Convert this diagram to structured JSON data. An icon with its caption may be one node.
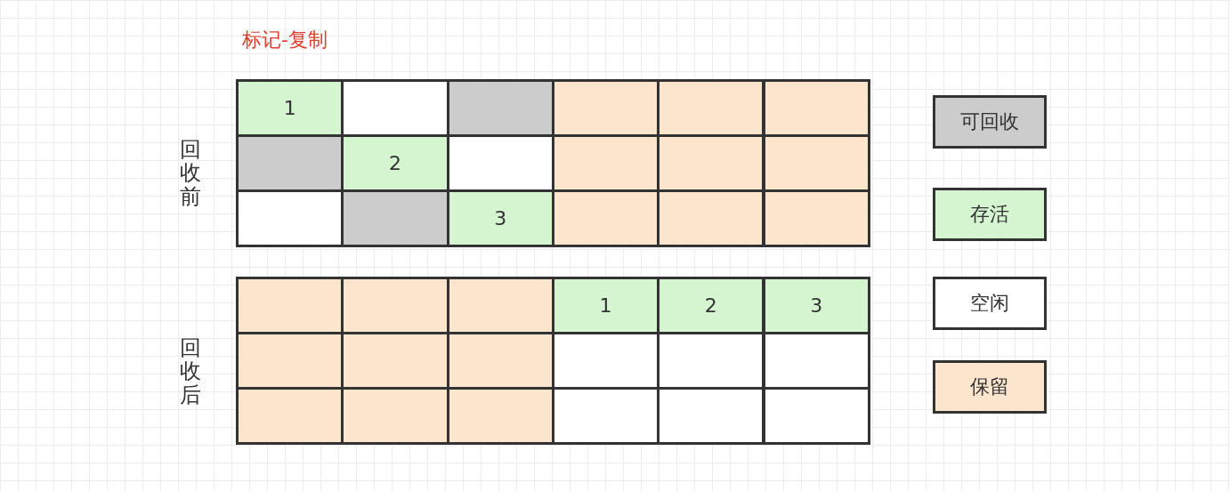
{
  "diagram": {
    "title": "标记-复制",
    "nodes": [
      {
        "text": [
          "1"
        ]
      },
      {
        "text": [],
        "shape": "box"
      },
      {
        "text": [],
        "shape": "box"
      },
      {
        "text": [],
        "shape": "box"
      },
      {
        "text": [],
        "shape": "box"
      },
      {
        "text": [],
        "shape": "box"
      },
      {
        "text": [],
        "shape": "box"
      },
      {
        "text": [
          "2"
        ]
      },
      {
        "text": [],
        "shape": "box"
      },
      {
        "text": [],
        "shape": "box"
      },
      {
        "text": [],
        "shape": "box"
      },
      {
        "text": [],
        "shape": "box"
      },
      {
        "text": [],
        "shape": "box"
      },
      {
        "text": [],
        "shape": "box"
      },
      {
        "text": [
          "3"
        ]
      },
      {
        "text": [],
        "shape": "box"
      },
      {
        "text": [],
        "shape": "box"
      },
      {
        "text": [],
        "shape": "box"
      },
      {
        "text": [],
        "shape": "box"
      },
      {
        "text": [],
        "shape": "box"
      },
      {
        "text": [],
        "shape": "box"
      },
      {
        "text": [
          "1"
        ]
      },
      {
        "text": [
          "2"
        ]
      },
      {
        "text": [
          "3"
        ]
      },
      {
        "text": [],
        "shape": "box"
      },
      {
        "text": [],
        "shape": "box"
      },
      {
        "text": [],
        "shape": "box"
      },
      {
        "text": [],
        "shape": "box"
      },
      {
        "text": [],
        "shape": "box"
      },
      {
        "text": [],
        "shape": "box"
      },
      {
        "text": [],
        "shape": "box"
      },
      {
        "text": [],
        "shape": "box"
      },
      {
        "text": [],
        "shape": "box"
      },
      {
        "text": [],
        "shape": "box"
      },
      {
        "text": [],
        "shape": "box"
      },
      {
        "text": [],
        "shape": "box"
      }
    ],
    "labels": [
      "回收前",
      "回收后"
    ],
    "legend": [
      {
        "text": "可回收",
        "color": "#cccccc"
      },
      {
        "text": "存活",
        "color": "#d5f5d0"
      },
      {
        "text": "空闲",
        "color": "#ffffff"
      },
      {
        "text": "保留",
        "color": "#fce5cd"
      }
    ]
  }
}
